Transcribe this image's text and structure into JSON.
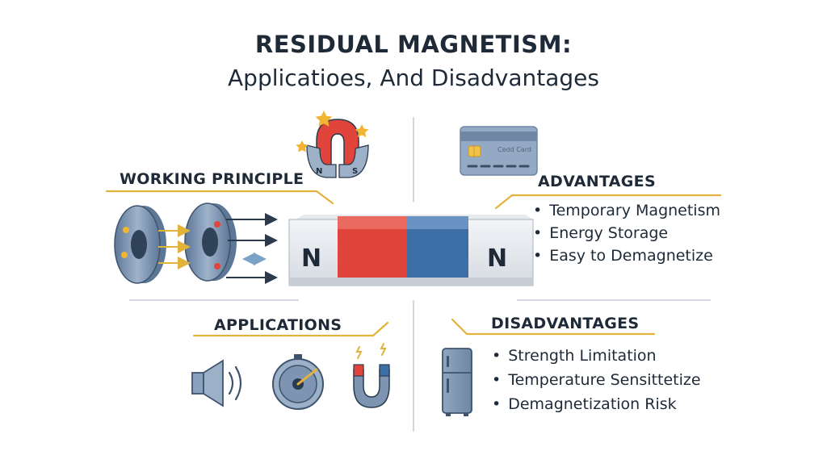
{
  "title": "RESIDUAL MAGNETISM:",
  "subtitle": "Applicatioes, And Disadvantages",
  "sections": {
    "working_principle": {
      "heading": "WORKING PRINCIPLE"
    },
    "advantages": {
      "heading": "ADVANTAGES",
      "items": [
        "Temporary Magnetism",
        "Energy Storage",
        "Easy to Demagnetize"
      ]
    },
    "applications": {
      "heading": "APPLICATIONS"
    },
    "disadvantages": {
      "heading": "DISADVANTAGES",
      "items": [
        "Strength Limitation",
        "Temperature Sensittetize",
        "Demagnetization Risk"
      ]
    }
  },
  "bar_magnet": {
    "left_pole": "N",
    "right_pole": "N"
  },
  "horseshoe_magnet": {
    "left_pole": "N",
    "right_pole": "S"
  },
  "credit_card": {
    "label": "Cedd Card"
  },
  "icons": [
    "credit-card-icon",
    "horseshoe-magnet-icon",
    "star-icon",
    "speaker-icon",
    "compass-icon",
    "u-magnet-icon",
    "refrigerator-icon",
    "ring-core-icon"
  ],
  "colors": {
    "north_red": "#e0443a",
    "south_blue": "#3d6ea6",
    "accent_gold": "#e2b33c",
    "dark_text": "#1e2a38",
    "steel_blue": "#7d95b2"
  }
}
